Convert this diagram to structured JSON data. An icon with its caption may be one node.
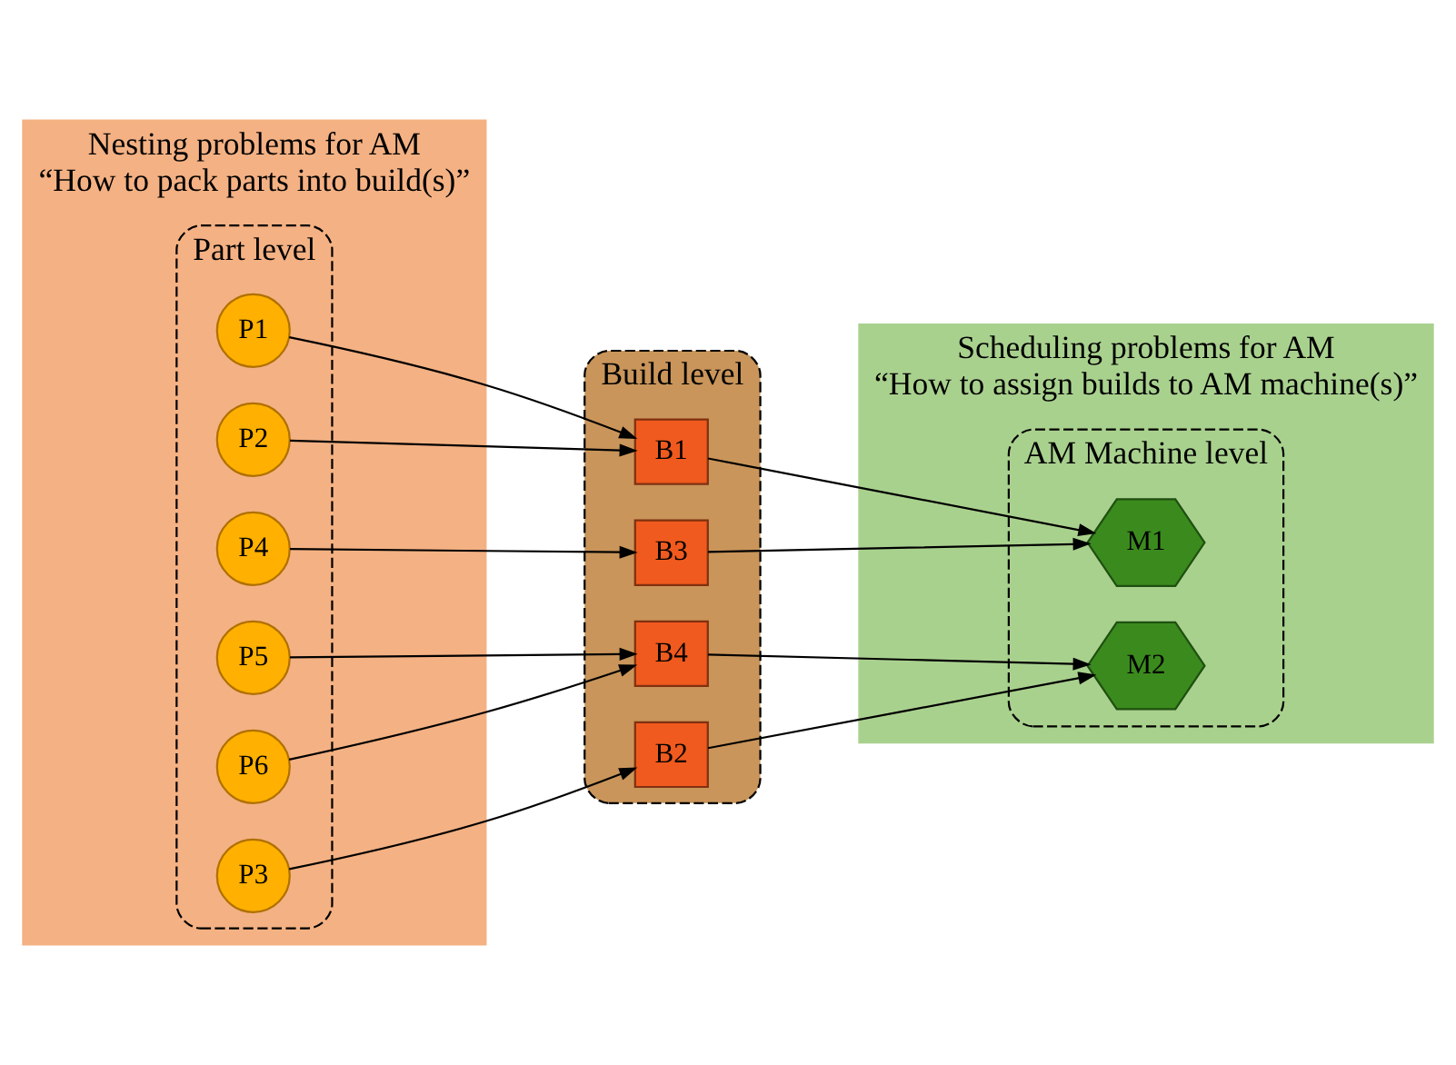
{
  "diagram": {
    "nodes": [
      {
        "text": [
          "Nesting problems for AM",
          "“How to pack parts into build(s)”"
        ]
      },
      {
        "text": [
          "Part level"
        ],
        "in": 0
      },
      {
        "text": [
          "P1"
        ],
        "in": 1
      },
      {
        "text": [
          "P2"
        ],
        "in": 1
      },
      {
        "text": [
          "P3"
        ],
        "in": 1
      },
      {
        "text": [
          "P4"
        ],
        "in": 1
      },
      {
        "text": [
          "P5"
        ],
        "in": 1
      },
      {
        "text": [
          "P6"
        ],
        "in": 1
      },
      {
        "text": [
          "Build level"
        ]
      },
      {
        "text": [
          "B1"
        ],
        "in": 8
      },
      {
        "text": [
          "B2"
        ],
        "in": 8
      },
      {
        "text": [
          "B3"
        ],
        "in": 8
      },
      {
        "text": [
          "B4"
        ],
        "in": 8
      },
      {
        "text": [
          "Scheduling problems for AM",
          "“How to assign builds to AM machine(s)”"
        ]
      },
      {
        "text": [
          "AM Machine level"
        ],
        "in": 13
      },
      {
        "text": [
          "M1"
        ],
        "in": 14
      },
      {
        "text": [
          "M2"
        ],
        "in": 14
      }
    ],
    "edges": [
      {
        "from": 2,
        "to": 9,
        "arrow": "to"
      },
      {
        "from": 3,
        "to": 9,
        "arrow": "to"
      },
      {
        "from": 4,
        "to": 10,
        "arrow": "to"
      },
      {
        "from": 5,
        "to": 11,
        "arrow": "to"
      },
      {
        "from": 6,
        "to": 12,
        "arrow": "to"
      },
      {
        "from": 7,
        "to": 12,
        "arrow": "to"
      },
      {
        "from": 9,
        "to": 15,
        "arrow": "to"
      },
      {
        "from": 10,
        "to": 16,
        "arrow": "to"
      },
      {
        "from": 11,
        "to": 15,
        "arrow": "to"
      },
      {
        "from": 12,
        "to": 16,
        "arrow": "to"
      }
    ]
  }
}
